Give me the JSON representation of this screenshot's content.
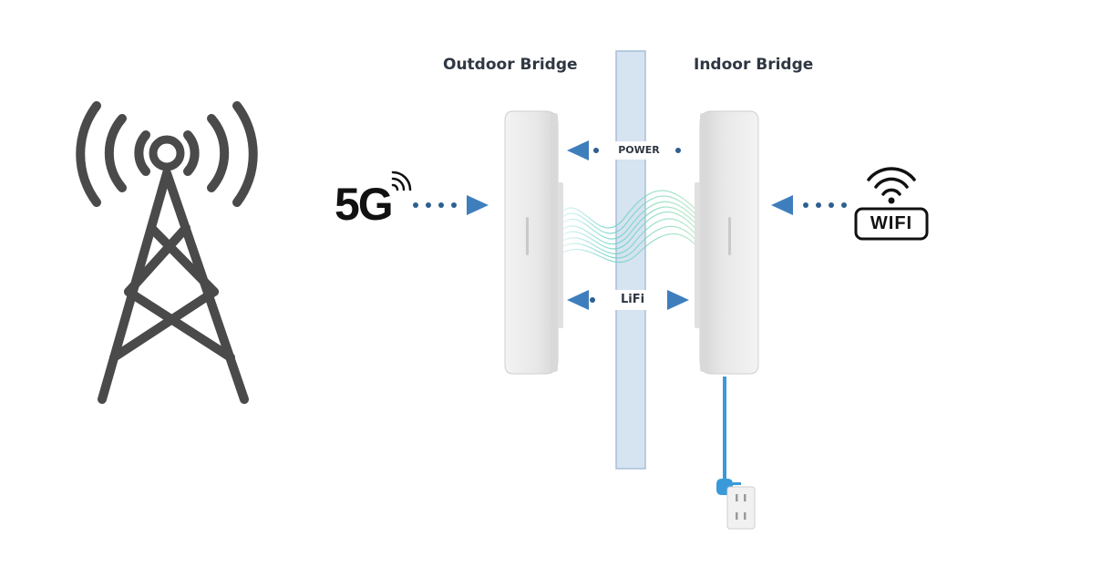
{
  "labels": {
    "outdoor_bridge": "Outdoor Bridge",
    "indoor_bridge": "Indoor Bridge",
    "power": "POWER",
    "lifi": "LiFi",
    "fiveg": "5G",
    "wifi": "WIFI"
  },
  "colors": {
    "arrow": "#3f7ebd",
    "dot": "#2e5f8e",
    "tower": "#4a4a4a",
    "glass": "#d6e3f1",
    "glass_border": "#a9bfd8",
    "cable": "#3a9ad9",
    "device": "#e7e7e7",
    "label_text": "#2f3742"
  },
  "icons": {
    "tower": "cell-tower-icon",
    "fiveg_signal": "signal-waves-icon",
    "wifi": "wifi-icon",
    "plug": "power-plug-icon",
    "outlet": "wall-outlet-icon"
  }
}
